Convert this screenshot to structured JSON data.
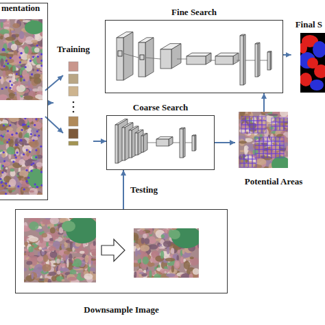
{
  "diagram": {
    "nodes": [
      {
        "text": [
          "mentation"
        ]
      },
      {
        "text": [
          "Training"
        ]
      },
      {
        "text": [
          "Fine Search"
        ]
      },
      {
        "text": [
          "Coarse Search"
        ]
      },
      {
        "text": [
          "Potential Areas"
        ]
      },
      {
        "text": [
          "Final S"
        ]
      },
      {
        "text": [
          "Downsample Image"
        ]
      }
    ],
    "edges": [
      {
        "from": 0,
        "to": 1,
        "arrow": "to"
      },
      {
        "from": 1,
        "to": 3,
        "arrow": "to"
      },
      {
        "from": 3,
        "to": 4,
        "arrow": "to"
      },
      {
        "from": 4,
        "to": 2,
        "arrow": "to"
      },
      {
        "from": 2,
        "to": 5,
        "arrow": "to"
      },
      {
        "from": 6,
        "to": 3,
        "label": "Testing",
        "arrow": "to"
      }
    ]
  }
}
